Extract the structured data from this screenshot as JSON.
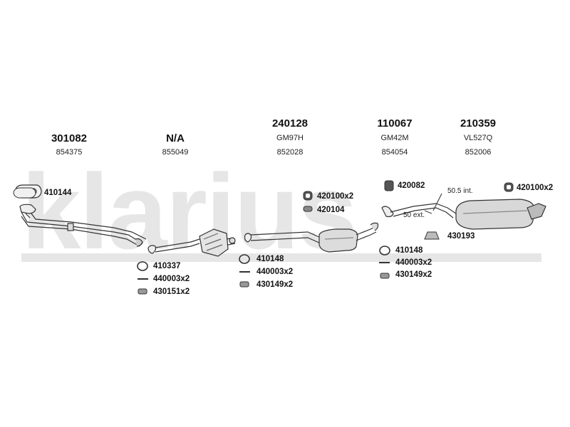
{
  "watermark": "klarius",
  "sections": [
    {
      "part_number": "301082",
      "ref": "854375",
      "code": ""
    },
    {
      "part_number": "N/A",
      "ref": "855049",
      "code": ""
    },
    {
      "part_number": "240128",
      "code": "GM97H",
      "ref": "852028"
    },
    {
      "part_number": "110067",
      "code": "GM42M",
      "ref": "854054"
    },
    {
      "part_number": "210359",
      "code": "VL527Q",
      "ref": "852006"
    }
  ],
  "parts": {
    "p410144": "410144",
    "p410337": "410337",
    "p440003a": "440003x2",
    "p430151": "430151x2",
    "p420100a": "420100x2",
    "p420104": "420104",
    "p410148a": "410148",
    "p440003b": "440003x2",
    "p430149a": "430149x2",
    "p420082": "420082",
    "p410148b": "410148",
    "p440003c": "440003x2",
    "p430149b": "430149x2",
    "p430193": "430193",
    "p420100b": "420100x2"
  },
  "dimensions": {
    "int": "50.5 int.",
    "ext": "50 ext."
  }
}
